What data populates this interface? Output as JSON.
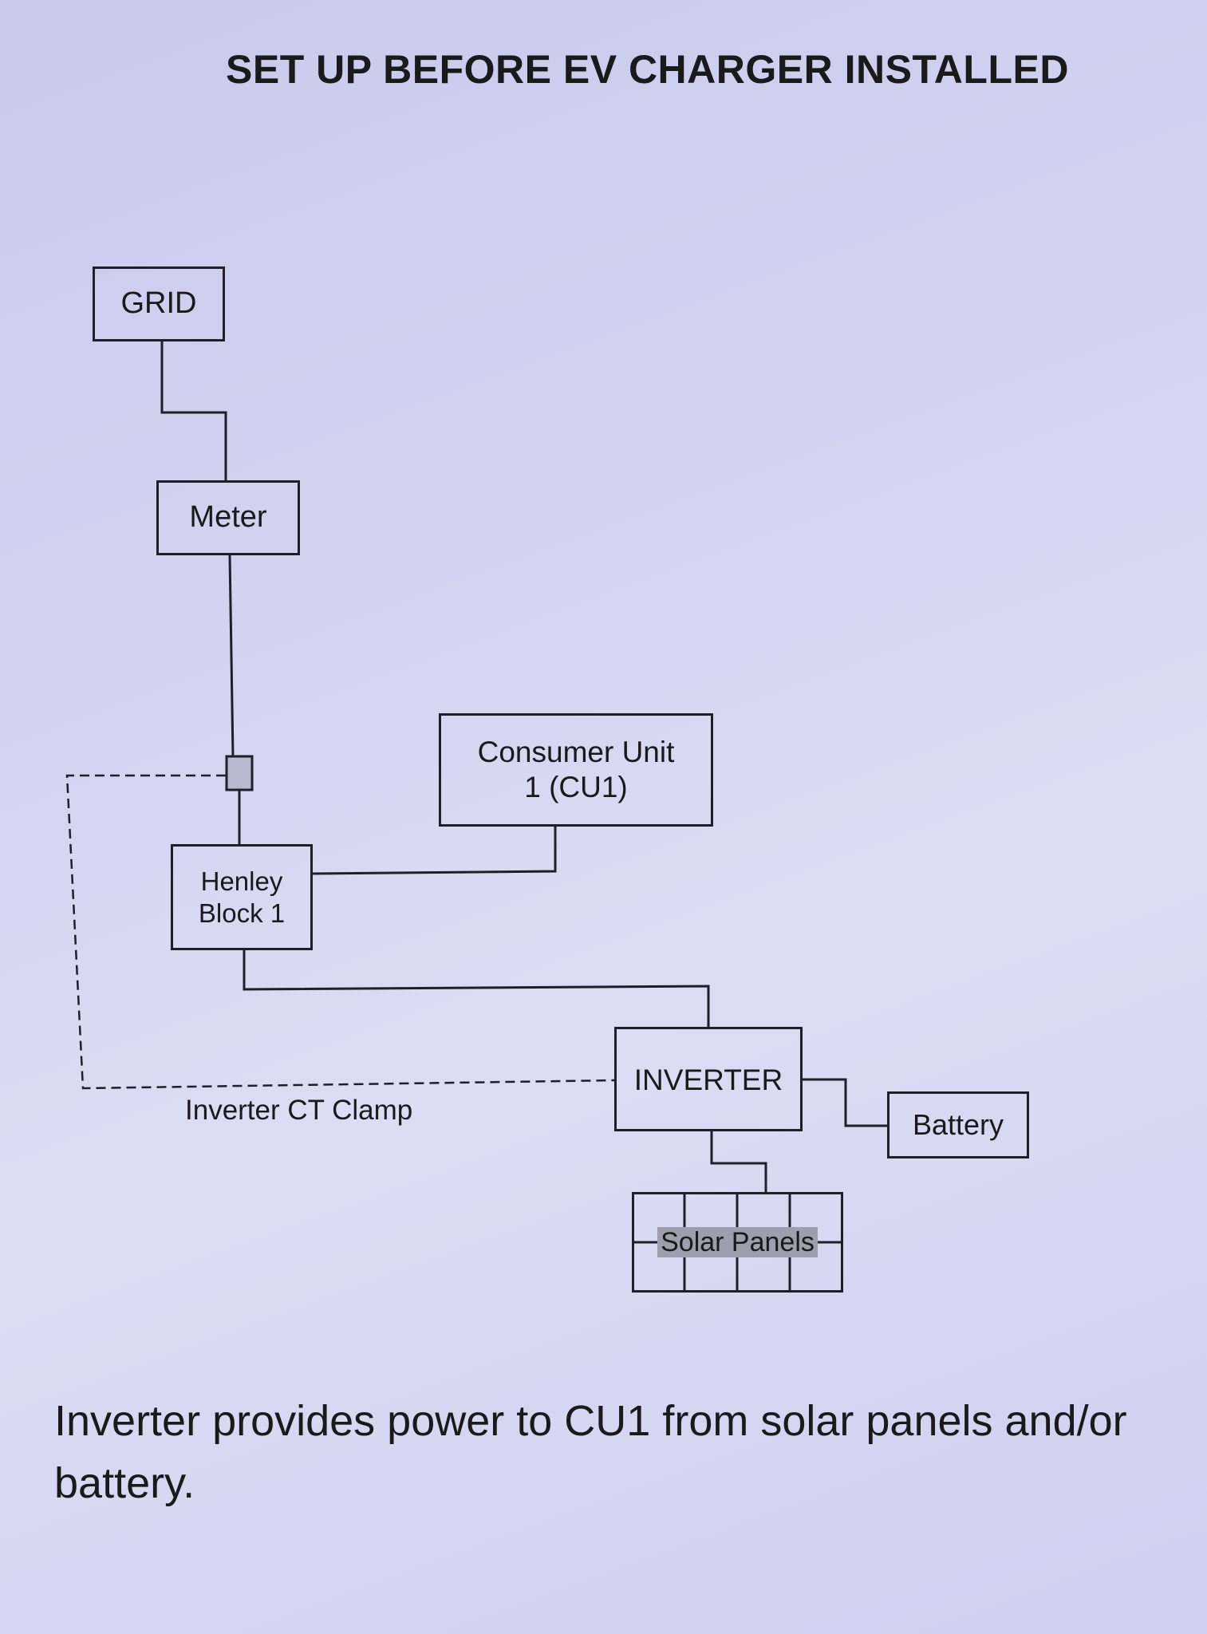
{
  "title": "SET UP BEFORE EV CHARGER INSTALLED",
  "nodes": {
    "grid": "GRID",
    "meter": "Meter",
    "consumer_unit": "Consumer Unit 1 (CU1)",
    "henley_block": "Henley Block 1",
    "inverter": "INVERTER",
    "battery": "Battery",
    "solar_panels": "Solar Panels"
  },
  "labels": {
    "ct_clamp": "Inverter CT Clamp"
  },
  "caption": "Inverter provides power to CU1 from solar panels and/or battery.",
  "colors": {
    "background": "#d3d3f1",
    "line": "#1f1f2a"
  }
}
